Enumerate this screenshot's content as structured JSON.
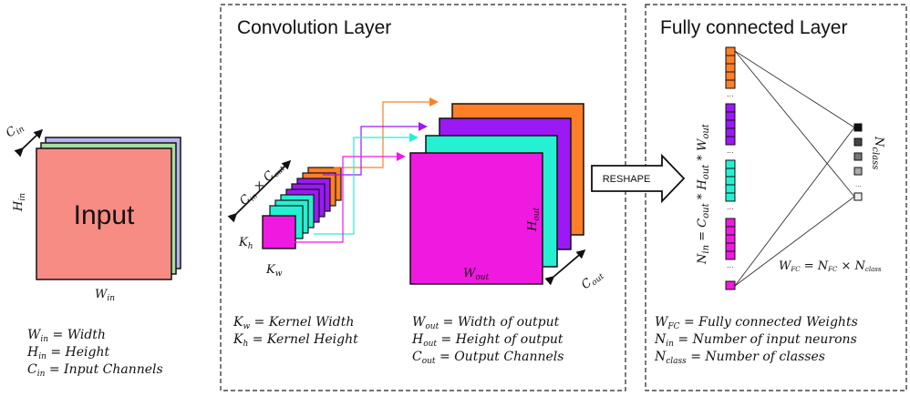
{
  "titles": {
    "conv": "Convolution Layer",
    "fc": "Fully connected Layer"
  },
  "input": {
    "label": "Input",
    "c_in": "C",
    "c_in_sub": "in",
    "h_in": "H",
    "h_in_sub": "in",
    "w_in": "W",
    "w_in_sub": "in"
  },
  "conv": {
    "kernel_channels": "C",
    "kernel_channels_sub": "in",
    "kernel_times": " × C",
    "kernel_times_sub": "out",
    "k_h": "K",
    "k_h_sub": "h",
    "k_w": "K",
    "k_w_sub": "w",
    "h_out": "H",
    "h_out_sub": "out",
    "w_out": "W",
    "w_out_sub": "out",
    "c_out": "C",
    "c_out_sub": "out"
  },
  "reshape": "RESHAPE",
  "fc": {
    "n_in_formula": "N",
    "n_in_sub": "in",
    "n_in_rest": " = C",
    "n_in_rest_sub": "out",
    "n_in_mid": " * H",
    "n_in_mid_sub": "out",
    "n_in_end": " * W",
    "n_in_end_sub": "out",
    "n_class": "N",
    "n_class_sub": "class",
    "w_fc": "W",
    "w_fc_sub": "FC",
    "w_fc_eq": " = N",
    "w_fc_eq_sub": "FC",
    "w_fc_times": " × N",
    "w_fc_times_sub": "class",
    "dots": "..."
  },
  "legend": {
    "input": [
      {
        "sym": "W",
        "sub": "in",
        "text": " = Width"
      },
      {
        "sym": "H",
        "sub": "in",
        "text": " = Height"
      },
      {
        "sym": "C",
        "sub": "in",
        "text": " = Input Channels"
      }
    ],
    "kernel": [
      {
        "sym": "K",
        "sub": "w",
        "text": " = Kernel Width"
      },
      {
        "sym": "K",
        "sub": "h",
        "text": " = Kernel Height"
      }
    ],
    "output": [
      {
        "sym": "W",
        "sub": "out",
        "text": " = Width of output"
      },
      {
        "sym": "H",
        "sub": "out",
        "text": " = Height of output"
      },
      {
        "sym": "C",
        "sub": "out",
        "text": " = Output Channels"
      }
    ],
    "fc": [
      {
        "sym": "W",
        "sub": "FC",
        "text": " = Fully connected Weights"
      },
      {
        "sym": "N",
        "sub": "in",
        "text": " = Number of input neurons"
      },
      {
        "sym": "N",
        "sub": "class",
        "text": " = Number of classes"
      }
    ]
  },
  "colors": {
    "input_front": "#f78c85",
    "input_mid": "#a8dca0",
    "input_back": "#b4b4ee",
    "orange": "#ff7f27",
    "purple": "#9b19f5",
    "cyan": "#26f0d2",
    "magenta": "#f019e0",
    "class_shades": [
      "#111111",
      "#444444",
      "#777777",
      "#aaaaaa",
      "#eeeeee"
    ]
  }
}
